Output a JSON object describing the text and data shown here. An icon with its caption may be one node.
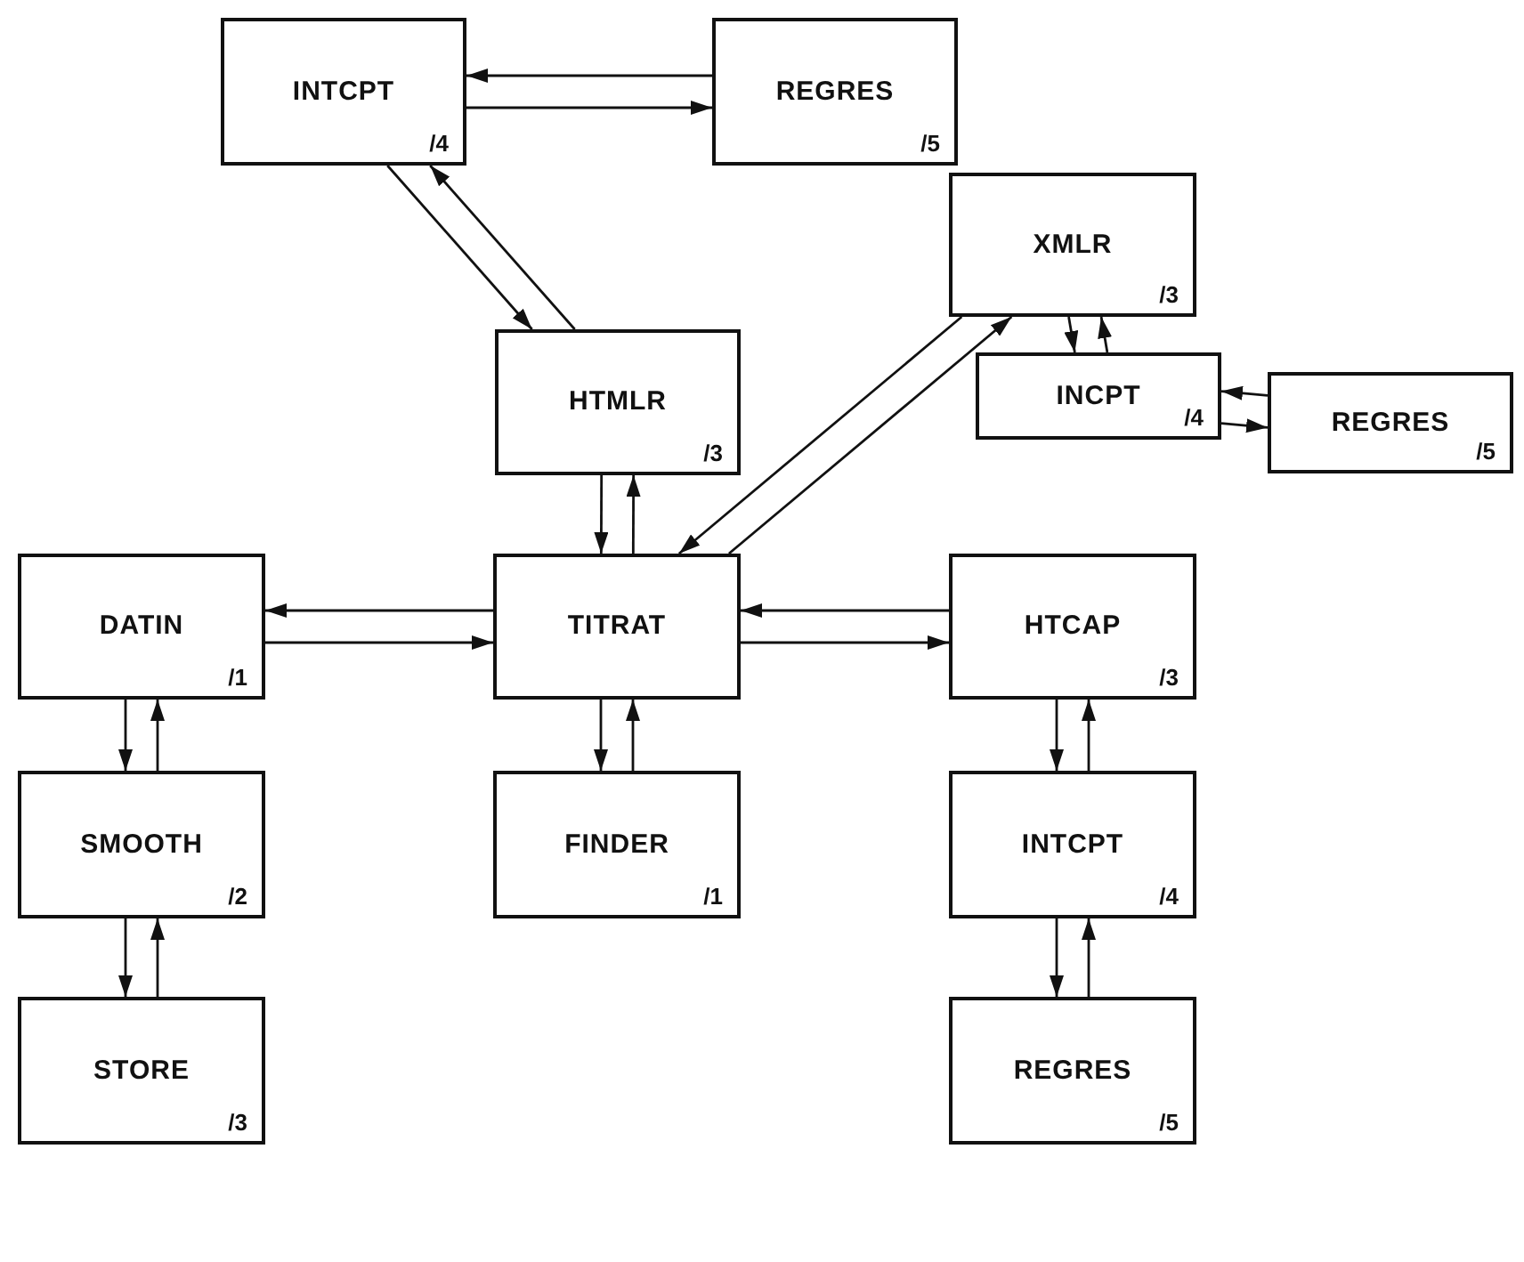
{
  "diagram": {
    "nodes": [
      {
        "text": [
          "INTCPT",
          "/4"
        ]
      },
      {
        "text": [
          "REGRES",
          "/5"
        ]
      },
      {
        "text": [
          "HTMLR",
          "/3"
        ]
      },
      {
        "text": [
          "XMLR",
          "/3"
        ]
      },
      {
        "text": [
          "INCPT",
          "/4"
        ]
      },
      {
        "text": [
          "REGRES",
          "/5"
        ]
      },
      {
        "text": [
          "DATIN",
          "/1"
        ]
      },
      {
        "text": [
          "TITRAT"
        ]
      },
      {
        "text": [
          "HTCAP",
          "/3"
        ]
      },
      {
        "text": [
          "SMOOTH",
          "/2"
        ]
      },
      {
        "text": [
          "FINDER",
          "/1"
        ]
      },
      {
        "text": [
          "INTCPT",
          "/4"
        ]
      },
      {
        "text": [
          "STORE",
          "/3"
        ]
      },
      {
        "text": [
          "REGRES",
          "/5"
        ]
      }
    ],
    "edges": [
      {
        "from": 0,
        "to": 1,
        "arrow": "to"
      },
      {
        "from": 1,
        "to": 0,
        "arrow": "to"
      },
      {
        "from": 2,
        "to": 0,
        "arrow": "to"
      },
      {
        "from": 0,
        "to": 2,
        "arrow": "to"
      },
      {
        "from": 7,
        "to": 2,
        "arrow": "to"
      },
      {
        "from": 2,
        "to": 7,
        "arrow": "to"
      },
      {
        "from": 7,
        "to": 3,
        "arrow": "to"
      },
      {
        "from": 3,
        "to": 7,
        "arrow": "to"
      },
      {
        "from": 3,
        "to": 4,
        "arrow": "to"
      },
      {
        "from": 4,
        "to": 3,
        "arrow": "to"
      },
      {
        "from": 4,
        "to": 5,
        "arrow": "to"
      },
      {
        "from": 5,
        "to": 4,
        "arrow": "to"
      },
      {
        "from": 6,
        "to": 7,
        "arrow": "to"
      },
      {
        "from": 7,
        "to": 6,
        "arrow": "to"
      },
      {
        "from": 7,
        "to": 8,
        "arrow": "to"
      },
      {
        "from": 8,
        "to": 7,
        "arrow": "to"
      },
      {
        "from": 6,
        "to": 9,
        "arrow": "to"
      },
      {
        "from": 9,
        "to": 6,
        "arrow": "to"
      },
      {
        "from": 7,
        "to": 10,
        "arrow": "to"
      },
      {
        "from": 10,
        "to": 7,
        "arrow": "to"
      },
      {
        "from": 8,
        "to": 11,
        "arrow": "to"
      },
      {
        "from": 11,
        "to": 8,
        "arrow": "to"
      },
      {
        "from": 9,
        "to": 12,
        "arrow": "to"
      },
      {
        "from": 12,
        "to": 9,
        "arrow": "to"
      },
      {
        "from": 11,
        "to": 13,
        "arrow": "to"
      },
      {
        "from": 13,
        "to": 11,
        "arrow": "to"
      }
    ]
  }
}
